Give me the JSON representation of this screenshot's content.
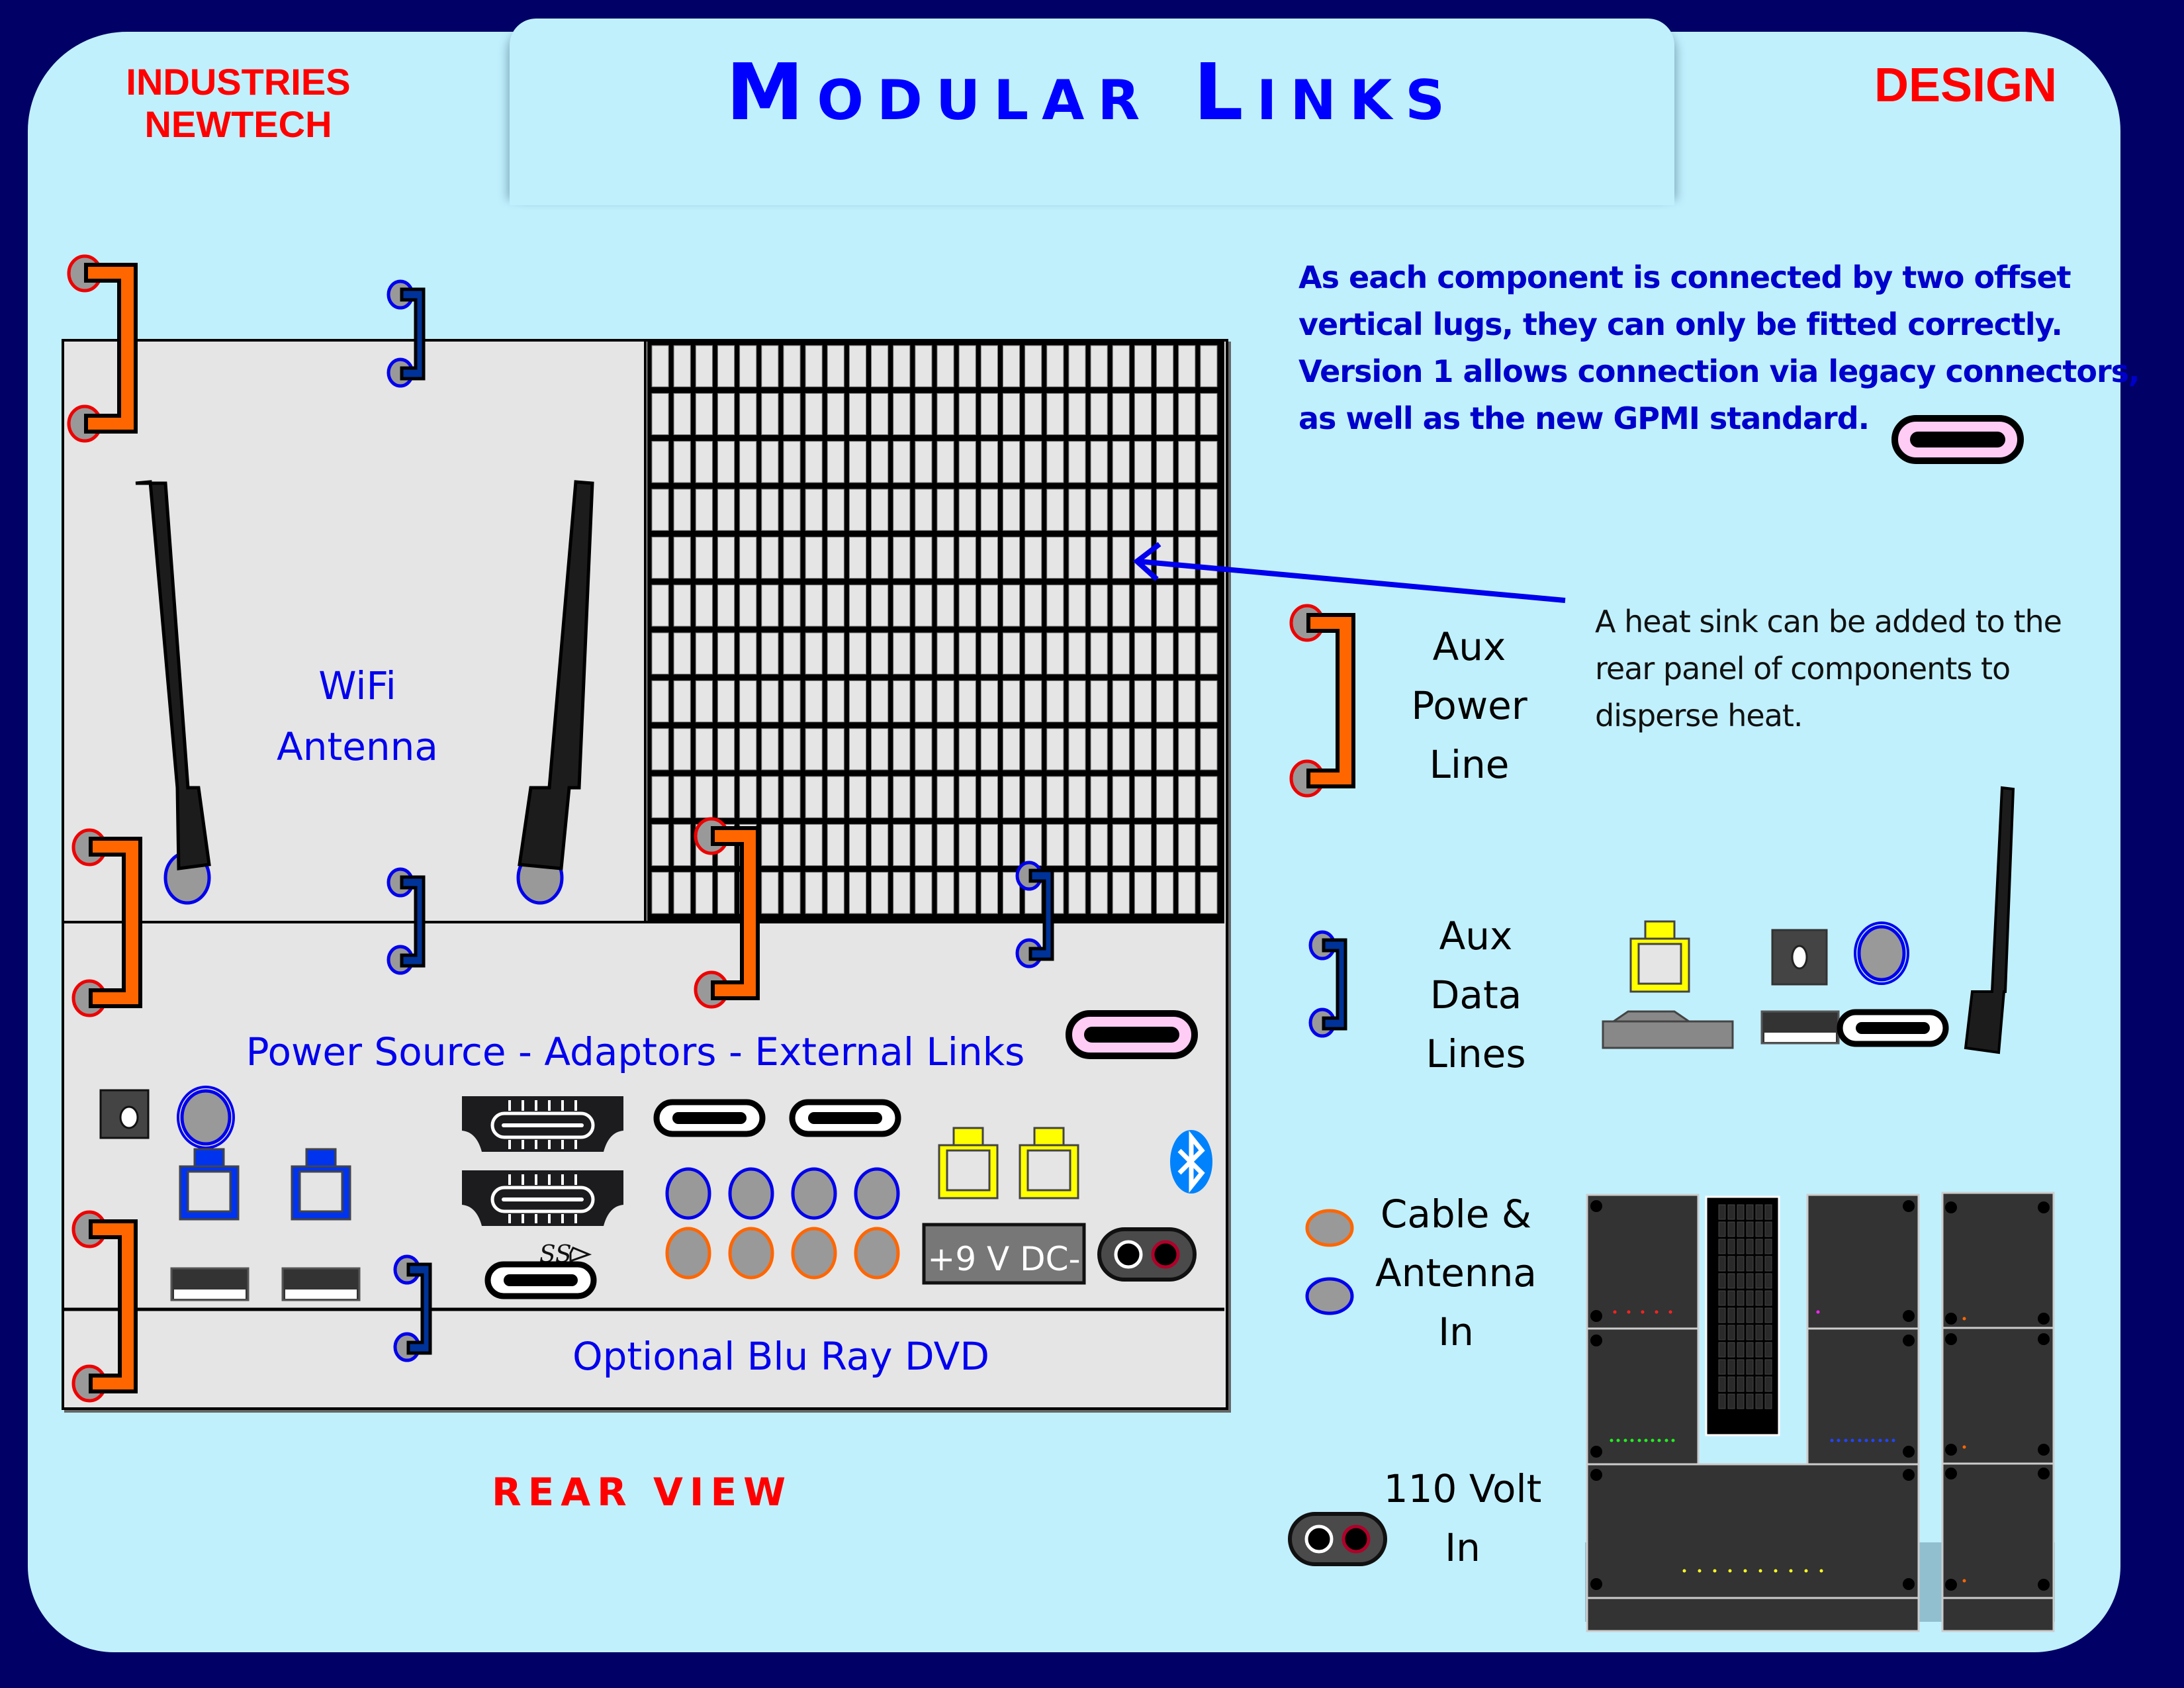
{
  "header": {
    "company": [
      "INDUSTRIES",
      "NEWTECH"
    ],
    "title": "Modular Links",
    "right_label": "DESIGN"
  },
  "colors": {
    "frame": "#000066",
    "card": "#c1f0fd",
    "panel": "#e5e5e5",
    "accent_red": "#ff0000",
    "accent_blue": "#0000ff",
    "power_link": "#ff6600",
    "data_link": "#003399",
    "hdmi_pink": "#ffccf5",
    "rca_yellow": "#ffff00",
    "bluetooth": "#0082fc"
  },
  "notes": {
    "connection": [
      "As each component is connected by two offset",
      "vertical lugs, they can only be fitted correctly.",
      "Version 1 allows connection via legacy connectors,",
      "as well as the new GPMI standard."
    ],
    "heatsink": [
      "A heat sink can be added to the",
      "rear panel of components to",
      "disperse heat."
    ]
  },
  "panel": {
    "wifi_label": [
      "WiFi",
      "Antenna"
    ],
    "power_label": "Power Source - Adaptors - External Links",
    "bluray_label": "Optional Blu Ray DVD",
    "dc_label": "+9 V DC-",
    "usb_ss_label": "SS",
    "view_label": "REAR VIEW"
  },
  "legend": {
    "aux_power": [
      "Aux",
      "Power",
      "Line"
    ],
    "aux_data": [
      "Aux",
      "Data",
      "Lines"
    ],
    "cable_antenna": [
      "Cable &",
      "Antenna",
      "In"
    ],
    "volt_in": [
      "110 Volt",
      "In"
    ]
  },
  "icons": {
    "power_lug": "orange-bracket-connector",
    "data_lug": "blue-bracket-connector",
    "gpmi": "gpmi-port",
    "hdmi": "hdmi-port",
    "usb_c": "usb-c-port",
    "usb_a": "usb-a-port",
    "ethernet": "ethernet-port",
    "coax": "coax-jack",
    "rca": "rca-jack",
    "bluetooth": "bluetooth-logo",
    "antenna": "wifi-antenna",
    "power_socket": "ac-power-socket"
  }
}
